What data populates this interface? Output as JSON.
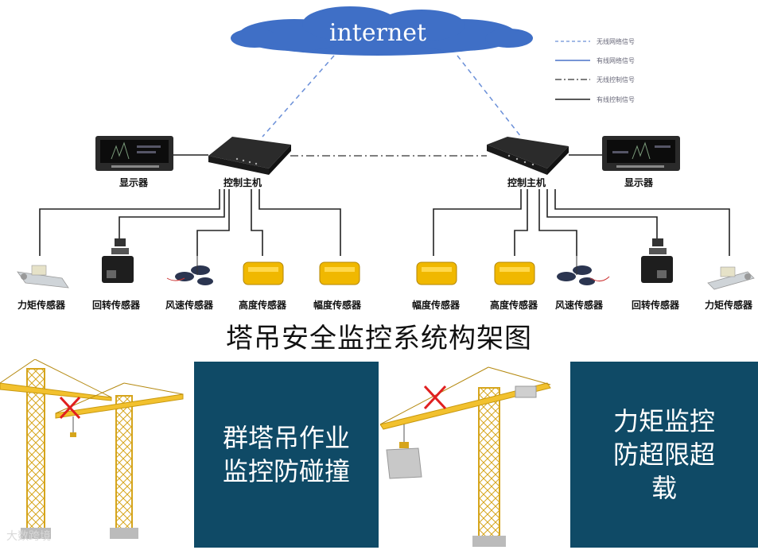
{
  "cloud_label": "internet",
  "legend": [
    {
      "label": "无线网络信号",
      "style": "dashed-blue"
    },
    {
      "label": "有线网络信号",
      "style": "solid-blue"
    },
    {
      "label": "无线控制信号",
      "style": "dashdot-dark"
    },
    {
      "label": "有线控制信号",
      "style": "solid-dark"
    }
  ],
  "devices": {
    "left_display": "显示器",
    "left_controller": "控制主机",
    "right_controller": "控制主机",
    "right_display": "显示器"
  },
  "sensors_left": [
    "力矩传感器",
    "回转传感器",
    "风速传感器",
    "高度传感器",
    "幅度传感器"
  ],
  "sensors_right": [
    "幅度传感器",
    "高度传感器",
    "风速传感器",
    "回转传感器",
    "力矩传感器"
  ],
  "diagram_title": "塔吊安全监控系统构架图",
  "panels": {
    "group_crane": "群塔吊作业\n监控防碰撞",
    "torque": "力矩监控\n防超限超\n载"
  },
  "watermark": "大数跨境",
  "colors": {
    "cloud": "#3f6fc6",
    "panel_bg": "#0f4a66",
    "crane_yellow": "#f2c12e",
    "cross_red": "#e02020"
  }
}
